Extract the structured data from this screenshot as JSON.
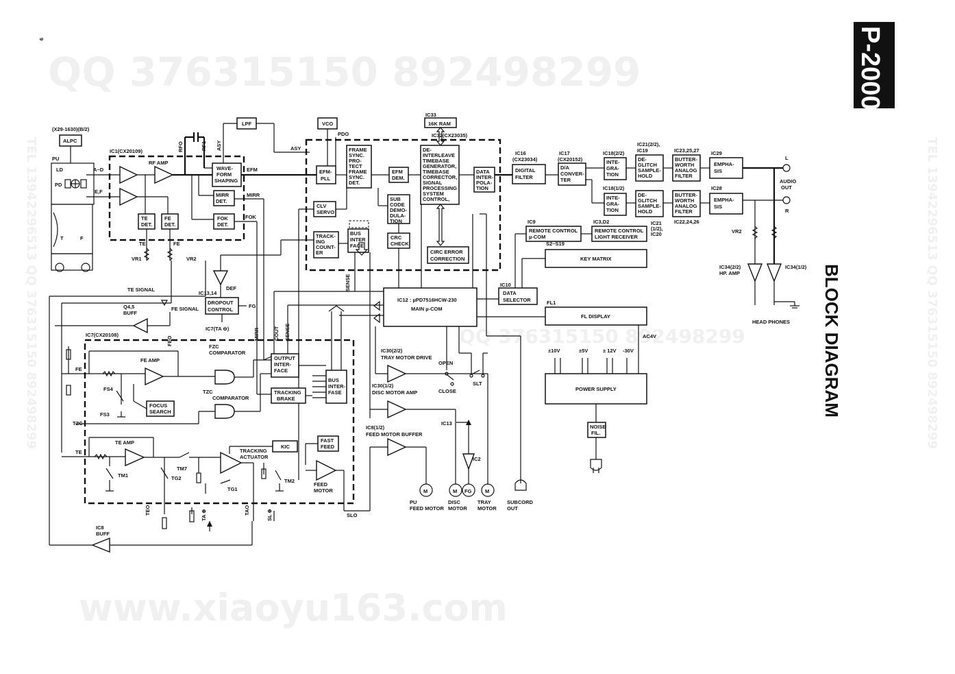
{
  "page_number": "9",
  "model": "P-2000",
  "title": "BLOCK DIAGRAM",
  "watermarks": {
    "top": "QQ 376315150   892498299",
    "middle": "QQ 376315150   892498299",
    "bottom": "www.xiaoyu163.com",
    "left_side": "TEL 13942296513 QQ 376315150 892498299",
    "right_side": "TEL 13942296513 QQ 376315150 892498299"
  },
  "blocks": {
    "alpc": "ALPC",
    "alpc_ref": "(X29-1630)(B/2)",
    "lpf": "LPF",
    "vco": "VCO",
    "ram": "16K RAM",
    "ic33": "IC33",
    "ic32": "IC32(CX23035)",
    "ic1": "IC1(CX20109)",
    "rf_amp": "RF AMP",
    "te_det": [
      "TE",
      "DET."
    ],
    "fe_det": [
      "FE",
      "DET."
    ],
    "waveform": [
      "WAVE-",
      "FORM",
      "SHAPING"
    ],
    "mirr_det": [
      "MIRR",
      "DET."
    ],
    "fok_det": [
      "FOK",
      "DET."
    ],
    "efm_pll": [
      "EFM-",
      "PLL"
    ],
    "frame_sync": [
      "FRAME",
      "SYNC.",
      "PRO-",
      "TECT",
      "FRAME",
      "SYNC.",
      "DET."
    ],
    "efm_dem": [
      "EFM",
      "DEM."
    ],
    "deinterleave": [
      "DE-",
      "INTERLEAVE",
      "TIMEBASE",
      "GENERATOR,",
      "TIMEBASE",
      "CORRECTOR,",
      "SIGNAL",
      "PROCESSING",
      "SYSTEM",
      "CONTROL,"
    ],
    "data_interpolation": [
      "DATA",
      "INTER-",
      "POLA-",
      "TION"
    ],
    "sub_code": [
      "SUB",
      "CODE",
      "DEMO-",
      "DULA-",
      "TION"
    ],
    "clv_servo": [
      "CLV",
      "SERVO"
    ],
    "tracking_counter": [
      "TRACK-",
      "ING",
      "COUNT-",
      "ER"
    ],
    "bus_interface_1": [
      "BUS",
      "INTER",
      "FACE"
    ],
    "crc_check": [
      "CRC",
      "CHECK"
    ],
    "circ": [
      "CIRC ERROR",
      "CORRECTION"
    ],
    "ic16": [
      "IC16",
      "(CX23034)"
    ],
    "digital_filter": [
      "DIGITAL",
      "FILTER"
    ],
    "ic17": [
      "IC17",
      "(CX20152)"
    ],
    "da_converter": [
      "D/A",
      "CONVER-",
      "TER"
    ],
    "ic18a": "IC18(2/2)",
    "ic18b": "IC18(1/2)",
    "integration": [
      "INTE-",
      "GRA-",
      "TION"
    ],
    "ic21a": [
      "IC21(2/2),",
      "IC19"
    ],
    "ic21b": [
      "IC21",
      "(1/2),",
      "IC20"
    ],
    "deglitch": [
      "DE-",
      "GLITCH",
      "SAMPLE-",
      "HOLD"
    ],
    "ic23": "IC23,25,27",
    "ic22": "IC22,24,26",
    "butterworth": [
      "BUTTER-",
      "WORTH",
      "ANALOG",
      "FILTER"
    ],
    "ic29": "IC29",
    "ic28": "IC28",
    "emphasis": [
      "EMPHA-",
      "SIS"
    ],
    "audio_out": [
      "AUDIO",
      "OUT"
    ],
    "ch_l": "L",
    "ch_r": "R",
    "ic9": "IC9",
    "remote_mcom": [
      "REMOTE CONTROL",
      "µ-COM"
    ],
    "ic3": "IC3,D2",
    "remote_receiver": [
      "REMOTE CONTROL",
      "LIGHT RECEIVER"
    ],
    "s2_s19": "S2~S19",
    "key_matrix": "KEY MATRIX",
    "ic10": "IC10",
    "data_selector": [
      "DATA",
      "SELECTOR"
    ],
    "main_mcom": [
      "IC12 : µPD7516HCW-230",
      "MAIN µ-COM"
    ],
    "fl1": "FL1",
    "fl_display": "FL DISPLAY",
    "ac4v": "AC4V",
    "voltages": [
      "±10V",
      "±5V",
      "± 12V",
      "-30V"
    ],
    "power_supply": "POWER SUPPLY",
    "noise_fil": [
      "NOISE",
      "FIL."
    ],
    "vr2_audio": "VR2",
    "ic34a": [
      "IC34(2/2)",
      "HP. AMP"
    ],
    "ic34b": "IC34(1/2)",
    "head_phones": "HEAD PHONES",
    "ic13_14": "IC13,14",
    "dropout": [
      "DROPOUT",
      "CONTROL"
    ],
    "def": "DEF",
    "fg": "FG",
    "ic7_ta": "IC7(TA ⊖)",
    "q45": [
      "Q4,5",
      "BUFF"
    ],
    "te_signal": "TE SIGNAL",
    "fe_signal": "FE SIGNAL",
    "ic7": "IC7(CX20108)",
    "fe_amp": "FE AMP",
    "fzc": [
      "FZC",
      "COMPARATOR"
    ],
    "tzc": [
      "TZC",
      "COMPARATOR"
    ],
    "focus_search": [
      "FOCUS",
      "SEARCH"
    ],
    "output_interface": [
      "OUTPUT",
      "INTER-",
      "FACE"
    ],
    "tracking_brake": [
      "TRACKING",
      "BRAKE"
    ],
    "bus_interface_2": [
      "BUS",
      "INTER-",
      "FASE"
    ],
    "te_amp": "TE AMP",
    "kic": "KIC",
    "fast_feed": [
      "FAST",
      "FEED"
    ],
    "tracking_actuator": [
      "TRACKING",
      "ACTUATOR"
    ],
    "feed_motor": [
      "FEED",
      "MOTOR"
    ],
    "ic8_buff": [
      "IC8",
      "BUFF"
    ],
    "ic30a": [
      "IC30(2/2)",
      "TRAY MOTOR DRIVE"
    ],
    "ic30b": [
      "IC30(1/2)",
      "DISC MOTOR AMP"
    ],
    "ic8_feed": [
      "IC8(1/2)",
      "FEED MOTOR BUFFER"
    ],
    "ic13": "IC13",
    "ic2": "IC2",
    "open": "OPEN",
    "close": "CLOSE",
    "slt": "SLT",
    "pu_feed_motor": [
      "PU",
      "FEED MOTOR"
    ],
    "disc_motor": [
      "DISC",
      "MOTOR"
    ],
    "tray_motor": [
      "TRAY",
      "MOTOR"
    ],
    "subcord_out": [
      "SUBCORD",
      "OUT"
    ],
    "motor_symbol": "M"
  },
  "signal_labels": {
    "pu": "PU",
    "ld": "LD",
    "pd": "PD",
    "ad": "A~D",
    "ef": "E,F",
    "t": "T",
    "f": "F",
    "vr1": "VR1",
    "vr2": "VR2",
    "te": "TE",
    "fe": "FE",
    "rfo": "RFO",
    "rf1": "RF1",
    "asy": "ASY",
    "efm": "EFM",
    "mirr": "MIRR",
    "fok": "FOK",
    "pdo": "PDO",
    "sense": "SENSE",
    "cout": "COUT",
    "feo": "FEO",
    "fe_l": "FE",
    "fs4": "FS4",
    "fs3": "FS3",
    "tzc_l": "TZC",
    "te_l": "TE",
    "tm1": "TM1",
    "tg2": "TG2",
    "tm7": "TM7",
    "tg1": "TG1",
    "tm2": "TM2",
    "teo": "TEO",
    "ta_p": "TA ⊕",
    "tao": "TAO",
    "sl_p": "SL ⊕",
    "slo": "SLO"
  }
}
